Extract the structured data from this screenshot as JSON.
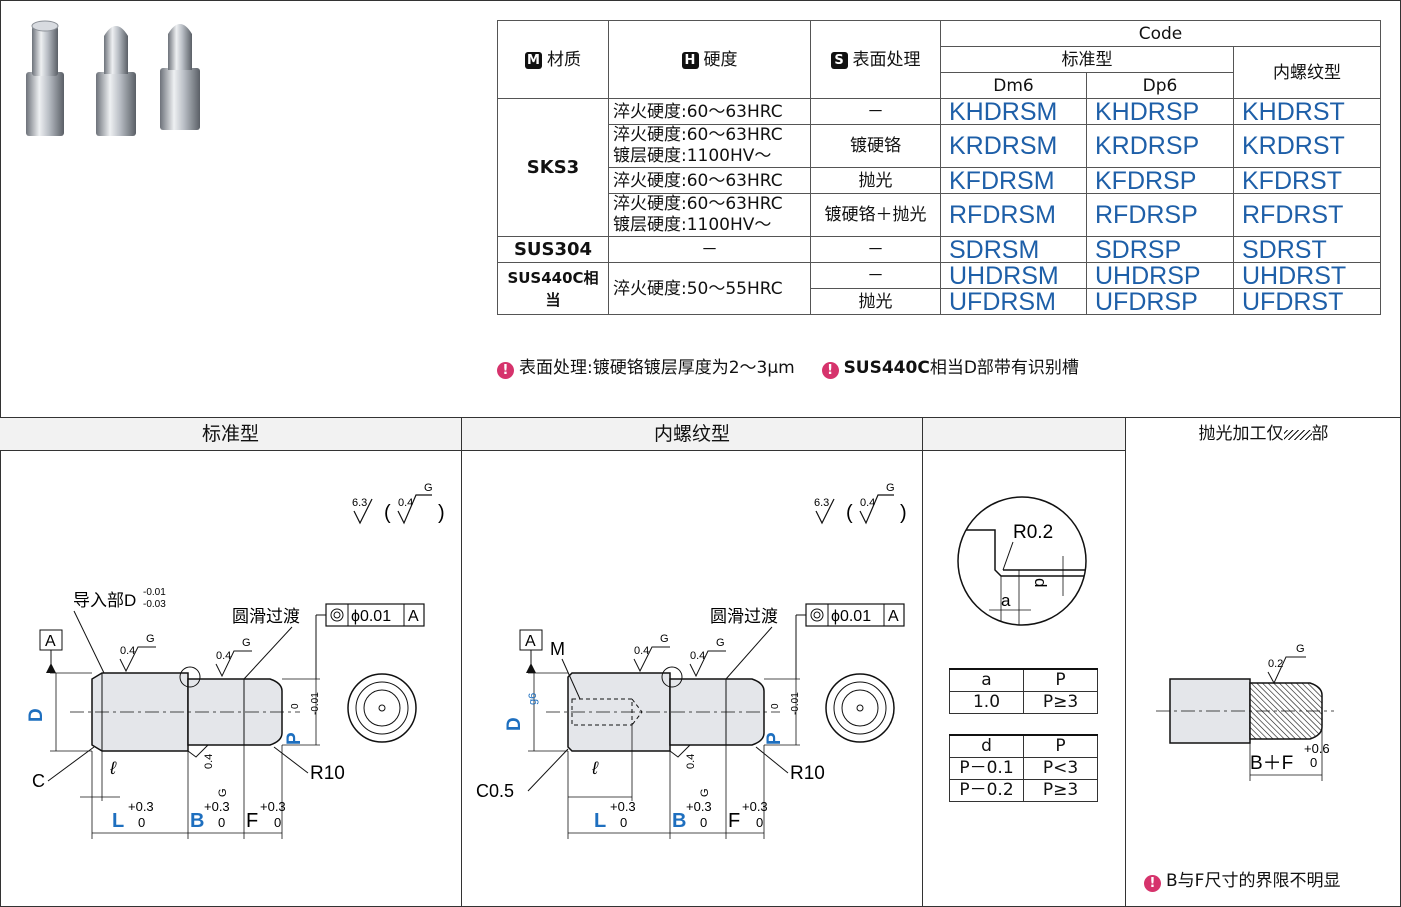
{
  "table": {
    "headers": {
      "material_badge": "M",
      "material": "材质",
      "hardness_badge": "H",
      "hardness": "硬度",
      "surface_badge": "S",
      "surface": "表面处理",
      "code": "Code",
      "standard": "标准型",
      "internal_thread": "内螺纹型",
      "dm6": "Dm6",
      "dp6": "Dp6"
    },
    "rows": [
      {
        "material": "SKS3",
        "hardness": "淬火硬度:60～63HRC",
        "surface": "－",
        "codes": [
          "KHDRSM",
          "KHDRSP",
          "KHDRST"
        ]
      },
      {
        "hardness_line1": "淬火硬度:60～63HRC",
        "hardness_line2": "镀层硬度:1100HV～",
        "surface": "镀硬铬",
        "codes": [
          "KRDRSM",
          "KRDRSP",
          "KRDRST"
        ]
      },
      {
        "hardness": "淬火硬度:60～63HRC",
        "surface": "抛光",
        "codes": [
          "KFDRSM",
          "KFDRSP",
          "KFDRST"
        ]
      },
      {
        "hardness_line1": "淬火硬度:60～63HRC",
        "hardness_line2": "镀层硬度:1100HV～",
        "surface": "镀硬铬＋抛光",
        "codes": [
          "RFDRSM",
          "RFDRSP",
          "RFDRST"
        ]
      },
      {
        "material": "SUS304",
        "hardness": "－",
        "surface": "－",
        "codes": [
          "SDRSM",
          "SDRSP",
          "SDRST"
        ]
      },
      {
        "material": "SUS440C相当",
        "hardness": "淬火硬度:50～55HRC",
        "surface": "－",
        "codes": [
          "UHDRSM",
          "UHDRSP",
          "UHDRST"
        ]
      },
      {
        "surface": "抛光",
        "codes": [
          "UFDRSM",
          "UFDRSP",
          "UFDRST"
        ]
      }
    ]
  },
  "notes": {
    "note1": "表面处理:镀硬铬镀层厚度为2～3μm",
    "note2_bold": "SUS440C",
    "note2": "相当D部带有识别槽"
  },
  "panels": {
    "standard_title": "标准型",
    "internal_title": "内螺纹型",
    "polish_title": "抛光加工仅",
    "polish_title_suffix": "部",
    "bf_note": "B与F尺寸的界限不明显"
  },
  "drawing": {
    "roughness_main": "6.3",
    "roughness_fine": "0.4",
    "roughness_grade": "G",
    "guide_label": "导入部D",
    "guide_tol_upper": "-0.01",
    "guide_tol_lower": "-0.03",
    "smooth_transition": "圆滑过渡",
    "concentricity": "ϕ0.01",
    "datum": "A",
    "D": "D",
    "Dg6": "D",
    "g6": "g6",
    "C": "C",
    "C05": "C0.5",
    "M": "M",
    "l": "ℓ",
    "L": "L",
    "B": "B",
    "F": "F",
    "P": "P",
    "tol_plus03": "+0.3",
    "tol_zero": "0",
    "tol_P_upper": "0",
    "tol_P_lower": "-0.01",
    "R10": "R10",
    "R02": "R0.2",
    "a": "a",
    "d": "d",
    "BF": "B＋F",
    "BF_upper": "+0.6",
    "BF_lower": "0",
    "polish_roughness": "0.2"
  },
  "dim_table_a": {
    "headers": [
      "a",
      "P"
    ],
    "rows": [
      [
        "1.0",
        "P≥3"
      ]
    ]
  },
  "dim_table_d": {
    "headers": [
      "d",
      "P"
    ],
    "rows": [
      [
        "P－0.1",
        "P<3"
      ],
      [
        "P－0.2",
        "P≥3"
      ]
    ]
  },
  "colors": {
    "code_blue": "#1e5fa8",
    "note_pink": "#d6336c",
    "dim_blue": "#1e6fbf"
  }
}
